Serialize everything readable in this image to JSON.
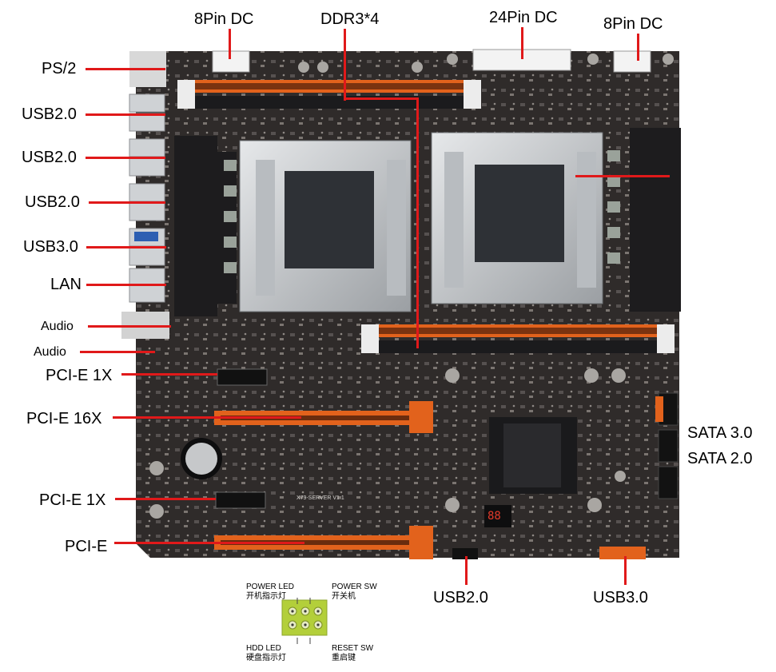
{
  "labels": {
    "ps2": "PS/2",
    "usb20_a": "USB2.0",
    "usb20_b": "USB2.0",
    "usb20_c": "USB2.0",
    "usb30_rear": "USB3.0",
    "lan": "LAN",
    "audio_rear": "Audio",
    "audio_header": "Audio",
    "pcie_1x_top": "PCI-E 1X",
    "pcie_16x": "PCI-E 16X",
    "pcie_1x_bottom": "PCI-E 1X",
    "pcie": "PCI-E",
    "dc8pin_left": "8Pin DC",
    "ddr3": "DDR3*4",
    "atx24pin": "24Pin DC",
    "dc8pin_right": "8Pin DC",
    "sata30": "SATA 3.0",
    "sata20": "SATA 2.0",
    "usb20_header": "USB2.0",
    "usb30_header": "USB3.0"
  },
  "board_silk": {
    "model": "X79-SERVER V1.1",
    "debug_display": "88"
  },
  "front_panel": {
    "power_led_en": "POWER LED",
    "power_led_zh": "开机指示灯",
    "power_sw_en": "POWER SW",
    "power_sw_zh": "开关机",
    "hdd_led_en": "HDD LED",
    "hdd_led_zh": "硬盘指示灯",
    "reset_sw_en": "RESET SW",
    "reset_sw_zh": "重启键"
  },
  "colors": {
    "leader": "#e0191a",
    "pcb": "#2f2b2a",
    "slot_orange": "#e2621c",
    "heatsink": "#1d1c1e",
    "socket": "#c9cccf",
    "header_green": "#b3cf3a"
  }
}
